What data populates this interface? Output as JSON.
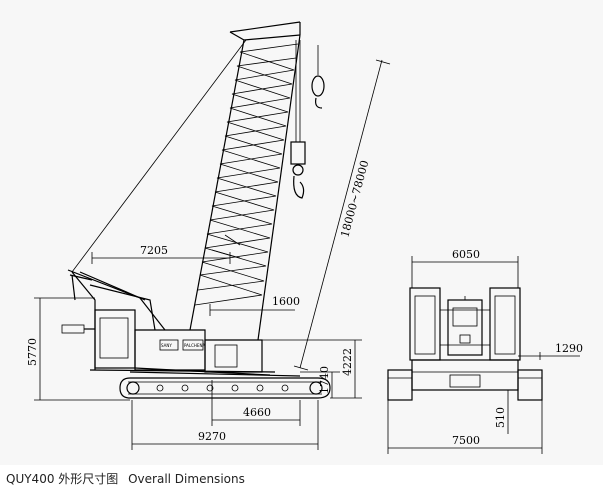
{
  "dimensions": {
    "boom_length_range": "18000~78000",
    "radius_to_hook": "7205",
    "counterweight_height": "5770",
    "boom_foot_offset": "1600",
    "cab_height": "4222",
    "track_height": "1740",
    "rotation_center_to_rear": "4660",
    "overall_length": "9270",
    "front_width": "6050",
    "front_overall_width": "7500",
    "side_offset": "1290",
    "ground_clearance": "510"
  },
  "nameplates": {
    "cab_label": "SANY",
    "body_label": "PALCHENA"
  },
  "caption": {
    "model": "QUY400 外形尺寸图",
    "title": "Overall Dimensions"
  }
}
